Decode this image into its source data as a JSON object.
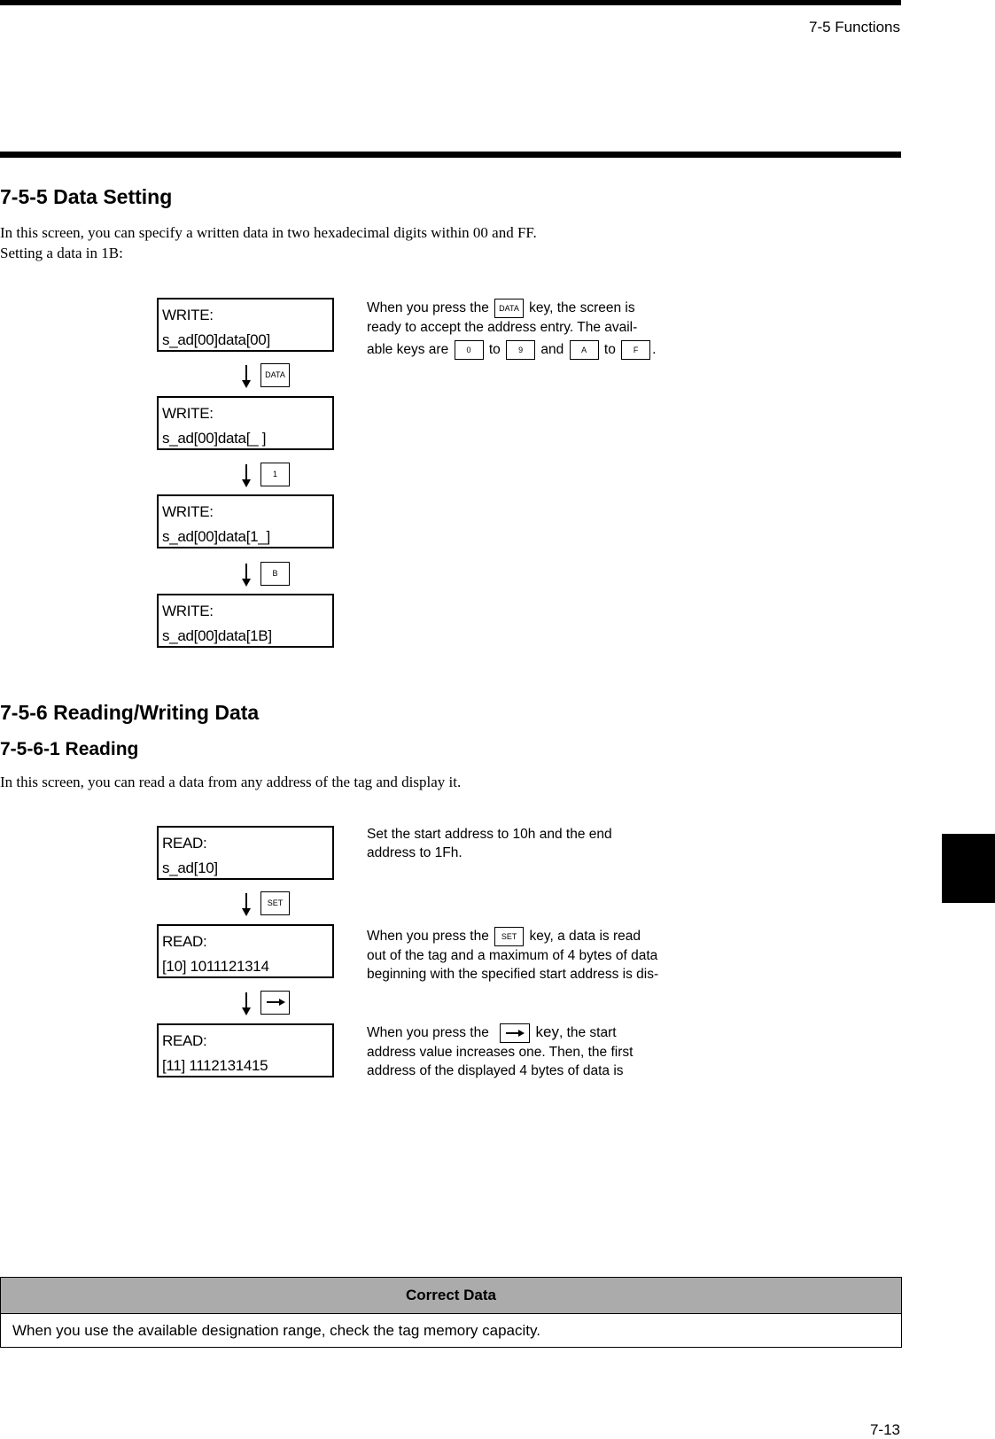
{
  "header": {
    "running_head": "7-5 Functions"
  },
  "section_755": {
    "title": "7-5-5  Data Setting",
    "intro_line1": "In this screen, you can specify a written data in two hexadecimal digits within 00 and FF.",
    "intro_line2": "Setting a data in 1B:",
    "screens": [
      {
        "line1": "WRITE:",
        "line2": "s_ad[00]data[00]"
      },
      {
        "line1": "WRITE:",
        "line2": "s_ad[00]data[_ ]"
      },
      {
        "line1": "WRITE:",
        "line2": "s_ad[00]data[1_]"
      },
      {
        "line1": "WRITE:",
        "line2": "s_ad[00]data[1B]"
      }
    ],
    "steps": [
      {
        "key": "DATA"
      },
      {
        "key": "1"
      },
      {
        "key": "B"
      }
    ],
    "description": {
      "part1": "When you press the",
      "key_data": "DATA",
      "part2": "key, the screen is",
      "line2": "ready to accept the address entry.  The avail-",
      "line3_start": "able keys are",
      "key_0": "0",
      "to1": "to",
      "key_9": "9",
      "and": "and",
      "key_a": "A",
      "to2": "to",
      "key_f": "F",
      "end": "."
    }
  },
  "section_756": {
    "title": "7-5-6  Reading/Writing Data",
    "subsection_title": "7-5-6-1  Reading",
    "intro": "In this screen, you can read a data from any address of the tag and display it.",
    "screens": [
      {
        "line1": "READ:",
        "line2": "s_ad[10]"
      },
      {
        "line1": "READ:",
        "line2": "[10] 1011121314"
      },
      {
        "line1": "READ:",
        "line2": "[11] 1112131415"
      }
    ],
    "steps": [
      {
        "key": "SET"
      },
      {
        "key": "→",
        "icon": "right-arrow-key"
      }
    ],
    "descriptions": {
      "d1_line1": "Set the start address to 10h and the end",
      "d1_line2": "address to 1Fh.",
      "d2_part1": "When you press the",
      "d2_key": "SET",
      "d2_part2": "key, a data is read",
      "d2_line2": "out of the tag and a maximum of 4 bytes of data",
      "d2_line3": "beginning with the specified start address is dis-",
      "d3_part1": "When you press the",
      "d3_key": "→",
      "d3_part2": "key",
      "d3_part3": ", the start",
      "d3_line2": "address value increases one.  Then, the first",
      "d3_line3": "address of the displayed 4 bytes of data is"
    }
  },
  "note": {
    "heading": "Correct Data",
    "body": "When you use the available designation range, check the tag memory capacity."
  },
  "footer": {
    "page_number": "7-13"
  },
  "colors": {
    "note_header_bg": "#ababab",
    "rule": "#000000"
  }
}
